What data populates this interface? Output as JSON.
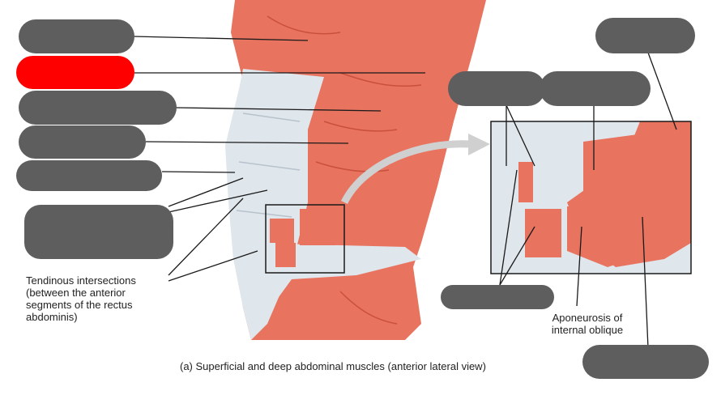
{
  "colors": {
    "muscle": "#e8735f",
    "muscle_dark": "#c9503e",
    "aponeurosis": "#dfe6ec",
    "label_box": "#5e5e5e",
    "label_active": "#ff0000",
    "leader_line": "#1a1a1a",
    "arrow": "#d0d0d0"
  },
  "labels": {
    "tendinous": "Tendinous intersections (between the anterior segments of the rectus abdominis)",
    "tendinous_lines": [
      "Tendinous intersections",
      "(between the anterior",
      "segments of the rectus",
      "abdominis)"
    ],
    "aponeurosis_lines": [
      "Aponeurosis of",
      "internal oblique"
    ],
    "caption": "(a) Superficial and deep abdominal muscles (anterior lateral view)"
  },
  "blank_labels": [
    {
      "id": "label-1",
      "active": false
    },
    {
      "id": "label-2",
      "active": true
    },
    {
      "id": "label-3",
      "active": false
    },
    {
      "id": "label-4",
      "active": false
    },
    {
      "id": "label-5",
      "active": false
    },
    {
      "id": "label-6",
      "active": false
    },
    {
      "id": "label-7",
      "active": false
    },
    {
      "id": "label-8",
      "active": false
    },
    {
      "id": "label-9",
      "active": false
    },
    {
      "id": "label-10",
      "active": false
    },
    {
      "id": "label-11",
      "active": false
    }
  ]
}
